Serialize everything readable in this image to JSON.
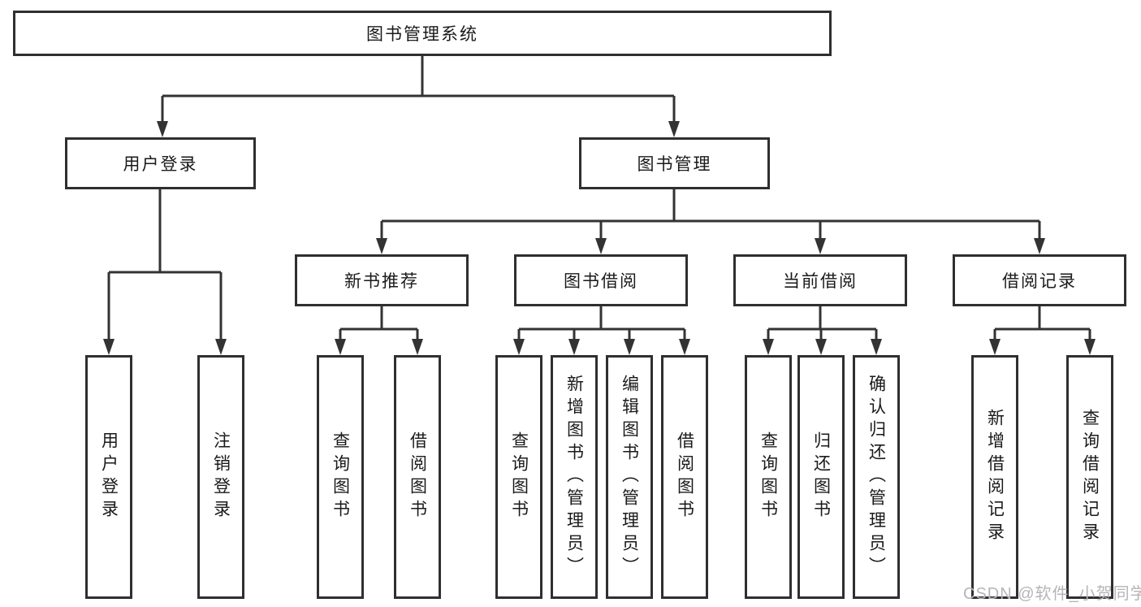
{
  "diagram": {
    "tree": {
      "root": {
        "label": "图书管理系统",
        "children": [
          {
            "label": "用户登录",
            "children": [
              {
                "label": "用户登录"
              },
              {
                "label": "注销登录"
              }
            ]
          },
          {
            "label": "图书管理",
            "children": [
              {
                "label": "新书推荐",
                "children": [
                  {
                    "label": "查询图书"
                  },
                  {
                    "label": "借阅图书"
                  }
                ]
              },
              {
                "label": "图书借阅",
                "children": [
                  {
                    "label": "查询图书"
                  },
                  {
                    "label": "新增图书（管理员）"
                  },
                  {
                    "label": "编辑图书（管理员）"
                  },
                  {
                    "label": "借阅图书"
                  }
                ]
              },
              {
                "label": "当前借阅",
                "children": [
                  {
                    "label": "查询图书"
                  },
                  {
                    "label": "归还图书"
                  },
                  {
                    "label": "确认归还（管理员）"
                  }
                ]
              },
              {
                "label": "借阅记录",
                "children": [
                  {
                    "label": "新增借阅记录"
                  },
                  {
                    "label": "查询借阅记录"
                  }
                ]
              }
            ]
          }
        ]
      }
    },
    "colors": {
      "line": "#333333",
      "border": "#2f2f2f",
      "text": "#1a1a1a",
      "background": "#ffffff"
    }
  },
  "watermark": {
    "text": "CSDN @软件_小贺同学",
    "color": "#b5b5b5"
  }
}
